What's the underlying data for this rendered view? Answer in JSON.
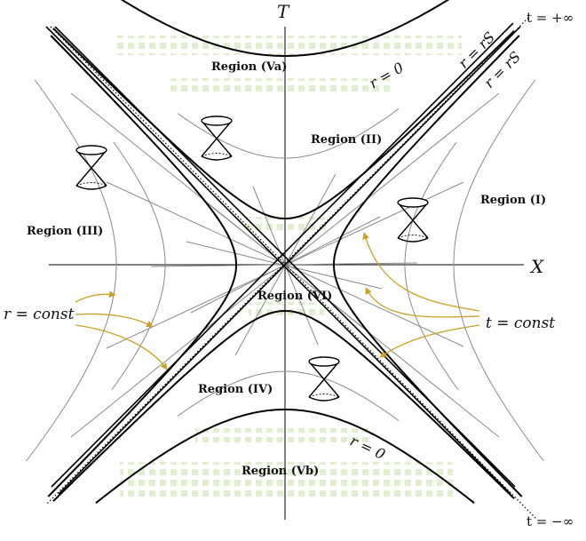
{
  "axes": {
    "t_axis": "T",
    "x_axis": "X"
  },
  "regions": {
    "I": "Region (I)",
    "II": "Region (II)",
    "III": "Region (III)",
    "IV": "Region (IV)",
    "Va": "Region (Va)",
    "Vb": "Region (Vb)",
    "VI": "Region (VI)"
  },
  "annotations": {
    "r0_top": "r = 0",
    "r0_bottom": "r = 0",
    "rs_1": "r = rS",
    "rs_2": "r = rS",
    "t_plus_inf": "t = +∞",
    "t_minus_inf": "t = −∞",
    "r_const": "r = const",
    "t_const": "t = const"
  },
  "colors": {
    "curve": "#000000",
    "thin": "#8a8a8a",
    "arrow": "#c9a227",
    "fill": "#dfeccd"
  }
}
